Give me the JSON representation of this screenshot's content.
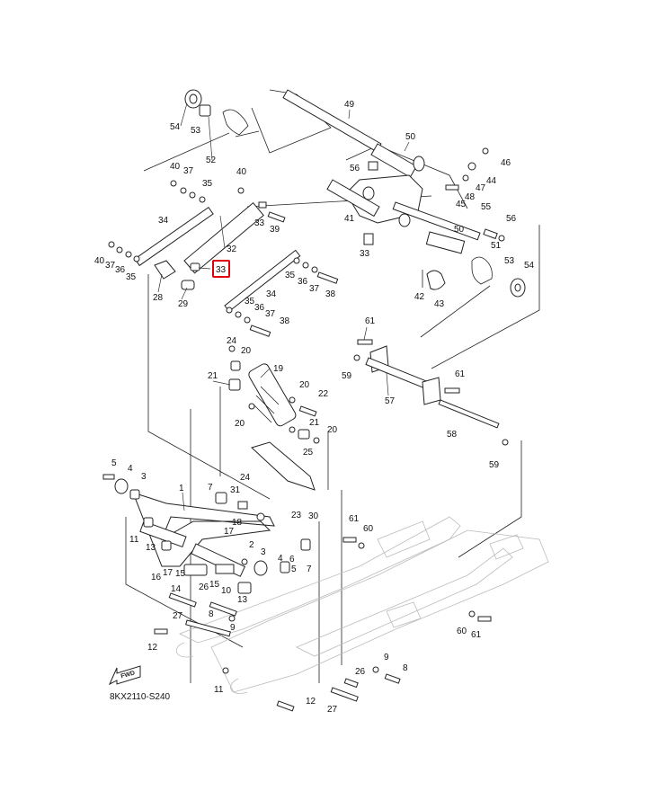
{
  "diagram": {
    "code": "8KX2110-S240",
    "fwd_label": "FWD",
    "highlight_color": "#e0000b",
    "highlighted_part": "33",
    "callouts": [
      "54",
      "53",
      "52",
      "49",
      "50",
      "46",
      "40",
      "37",
      "35",
      "40",
      "56",
      "44",
      "47",
      "48",
      "45",
      "55",
      "56",
      "34",
      "33",
      "39",
      "41",
      "50",
      "51",
      "53",
      "54",
      "40",
      "37",
      "36",
      "35",
      "32",
      "33",
      "35",
      "36",
      "37",
      "38",
      "28",
      "29",
      "34",
      "35",
      "36",
      "37",
      "38",
      "33",
      "42",
      "43",
      "24",
      "20",
      "19",
      "61",
      "59",
      "21",
      "20",
      "22",
      "57",
      "61",
      "20",
      "21",
      "20",
      "25",
      "58",
      "59",
      "5",
      "4",
      "3",
      "24",
      "7",
      "31",
      "1",
      "18",
      "17",
      "23",
      "30",
      "61",
      "60",
      "11",
      "13",
      "2",
      "6",
      "16",
      "17",
      "15",
      "3",
      "4",
      "14",
      "26",
      "15",
      "10",
      "5",
      "13",
      "7",
      "27",
      "8",
      "9",
      "60",
      "61",
      "12",
      "26",
      "9",
      "8",
      "11",
      "12",
      "27"
    ]
  }
}
